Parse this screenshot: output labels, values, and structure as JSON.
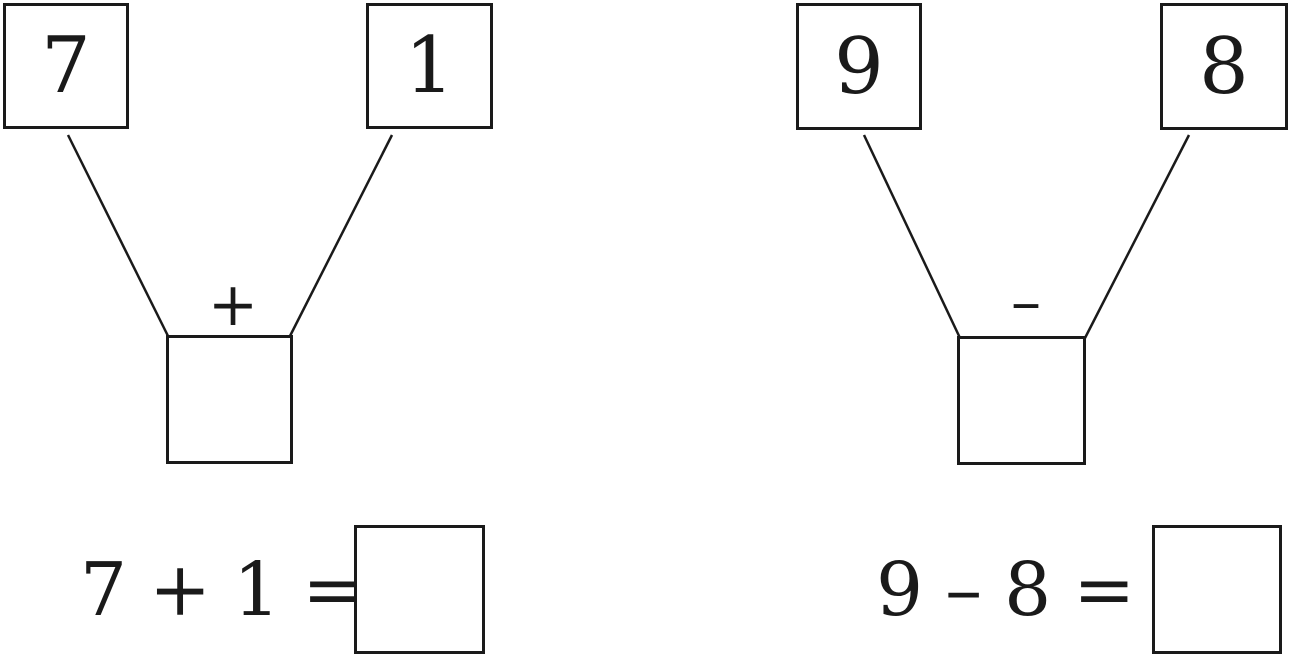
{
  "left_problem": {
    "top_left_number": "7",
    "top_right_number": "1",
    "operator": "+",
    "answer_box_value": "",
    "equation": {
      "a": "7",
      "op": "+",
      "b": "1",
      "equals": "=",
      "answer": ""
    }
  },
  "right_problem": {
    "top_left_number": "9",
    "top_right_number": "8",
    "operator": "–",
    "answer_box_value": "",
    "equation": {
      "a": "9",
      "op": "–",
      "b": "8",
      "equals": "=",
      "answer": ""
    }
  }
}
